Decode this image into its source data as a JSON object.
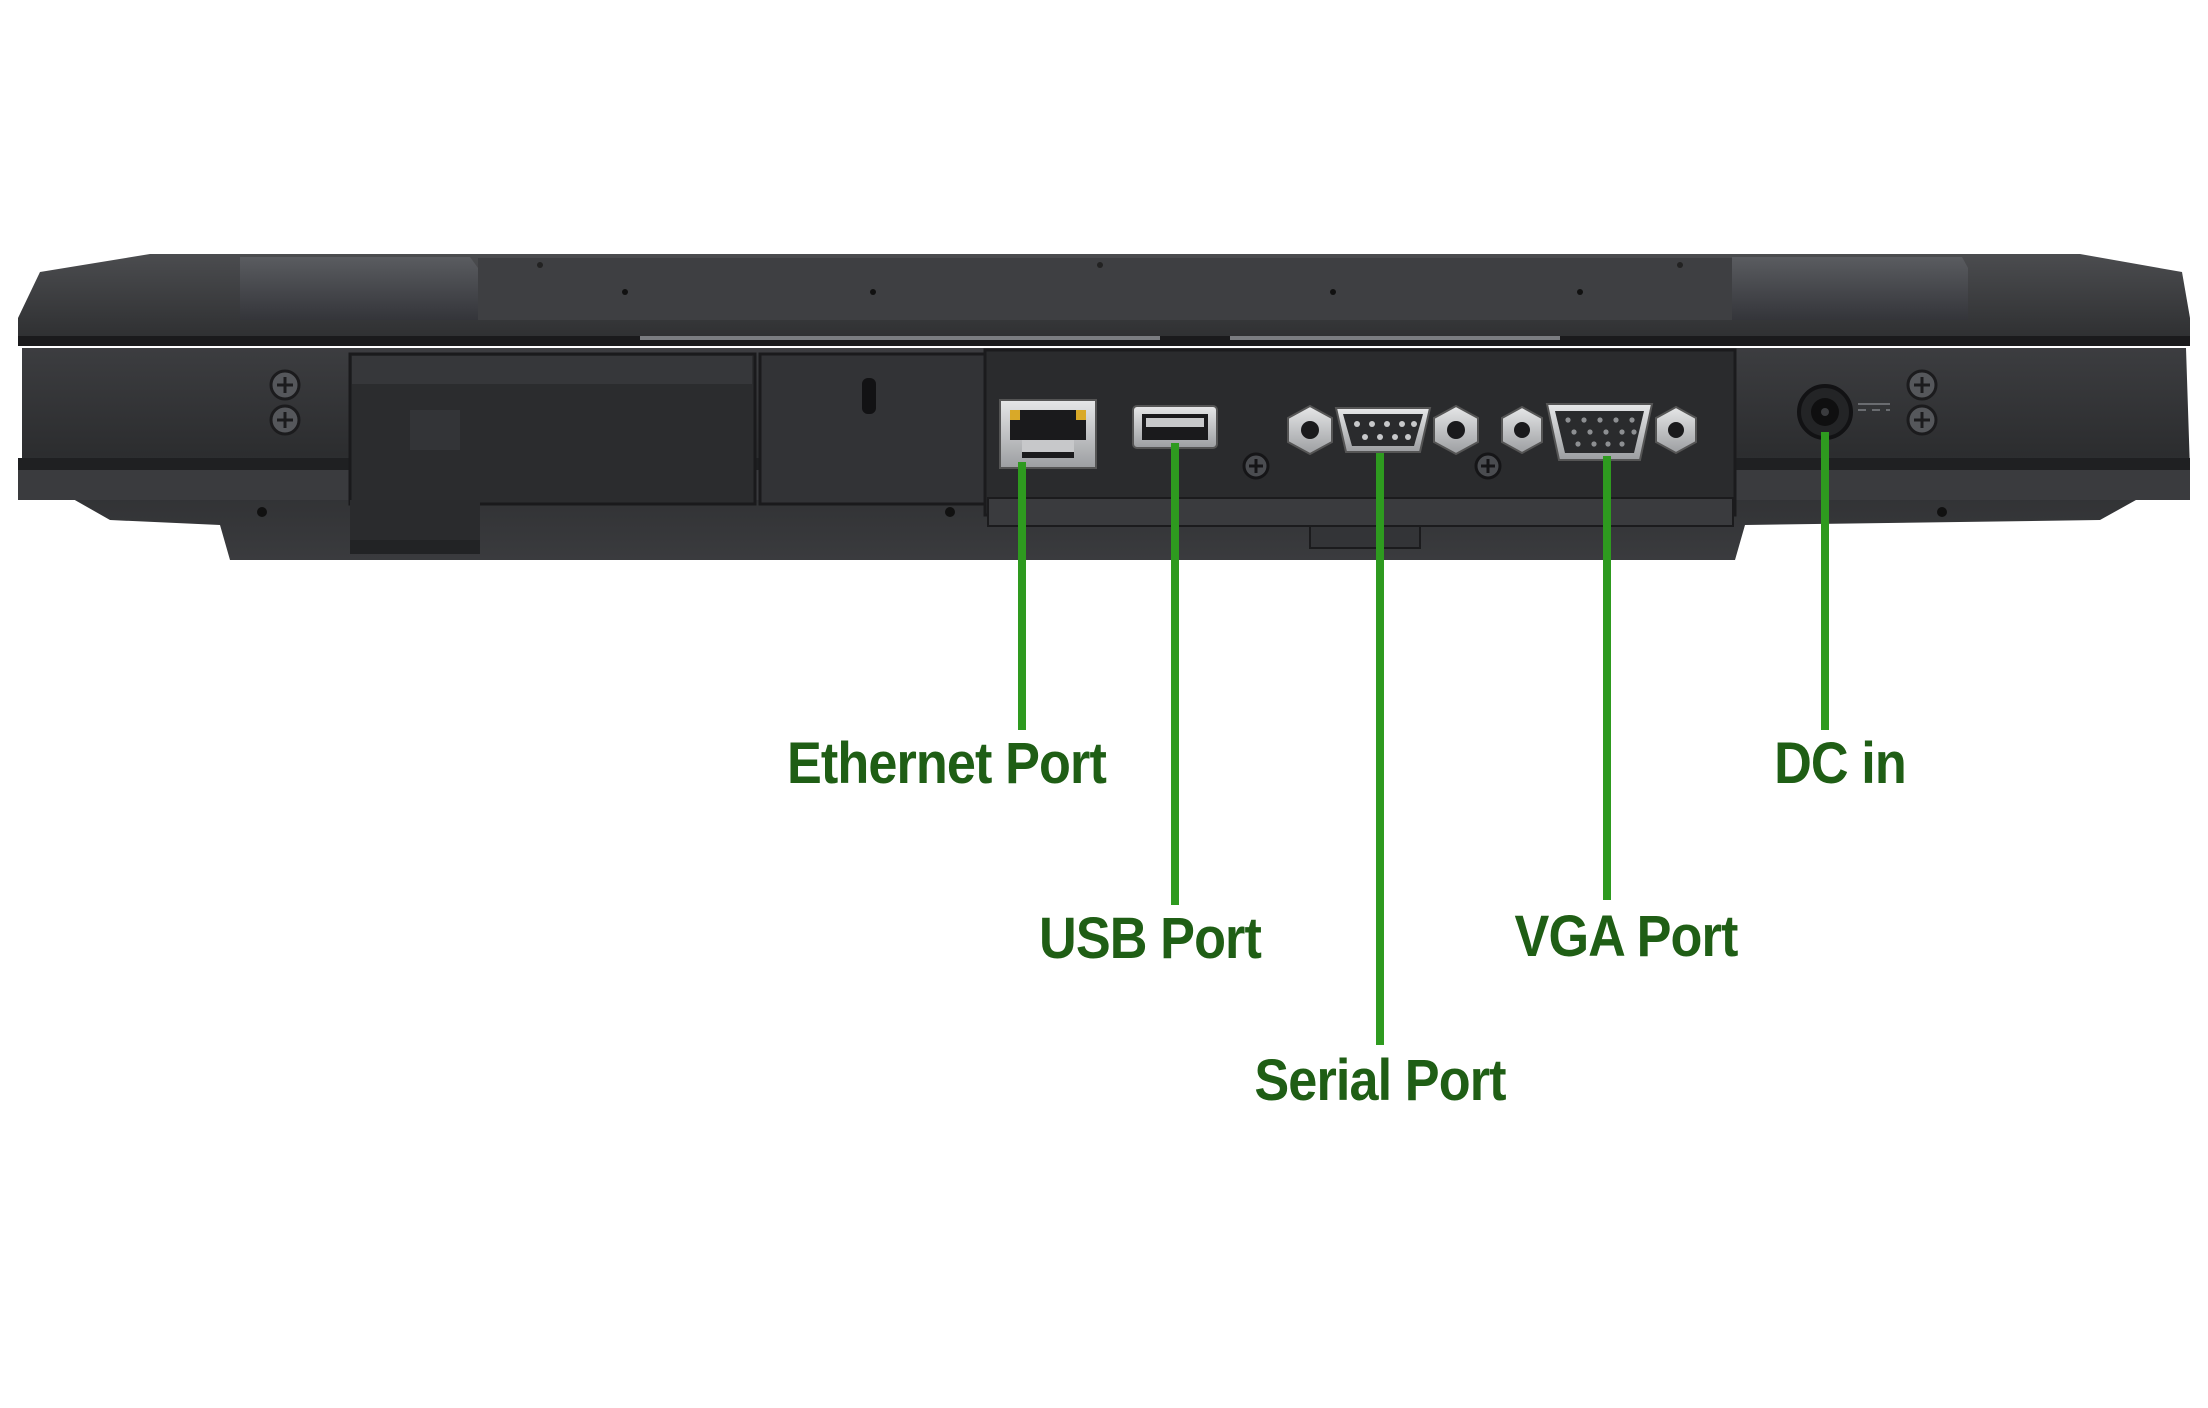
{
  "colors": {
    "callout_green": "#2e9a1f",
    "label_green": "#1f5e15",
    "chassis_dark": "#3a3b3d",
    "chassis_mid": "#4a4b4e",
    "chassis_panel": "#2a2b2d",
    "port_metal": "#c9cbcd"
  },
  "icons": {
    "ethernet": "rj45-port-icon",
    "usb": "usb-a-port-icon",
    "serial": "db9-serial-port-icon",
    "vga": "vga-db15-port-icon",
    "dc": "dc-jack-icon"
  },
  "callouts": [
    {
      "id": "ethernet",
      "label": "Ethernet Port"
    },
    {
      "id": "usb",
      "label": "USB Port"
    },
    {
      "id": "serial",
      "label": "Serial Port"
    },
    {
      "id": "vga",
      "label": "VGA Port"
    },
    {
      "id": "dc",
      "label": "DC in"
    }
  ]
}
